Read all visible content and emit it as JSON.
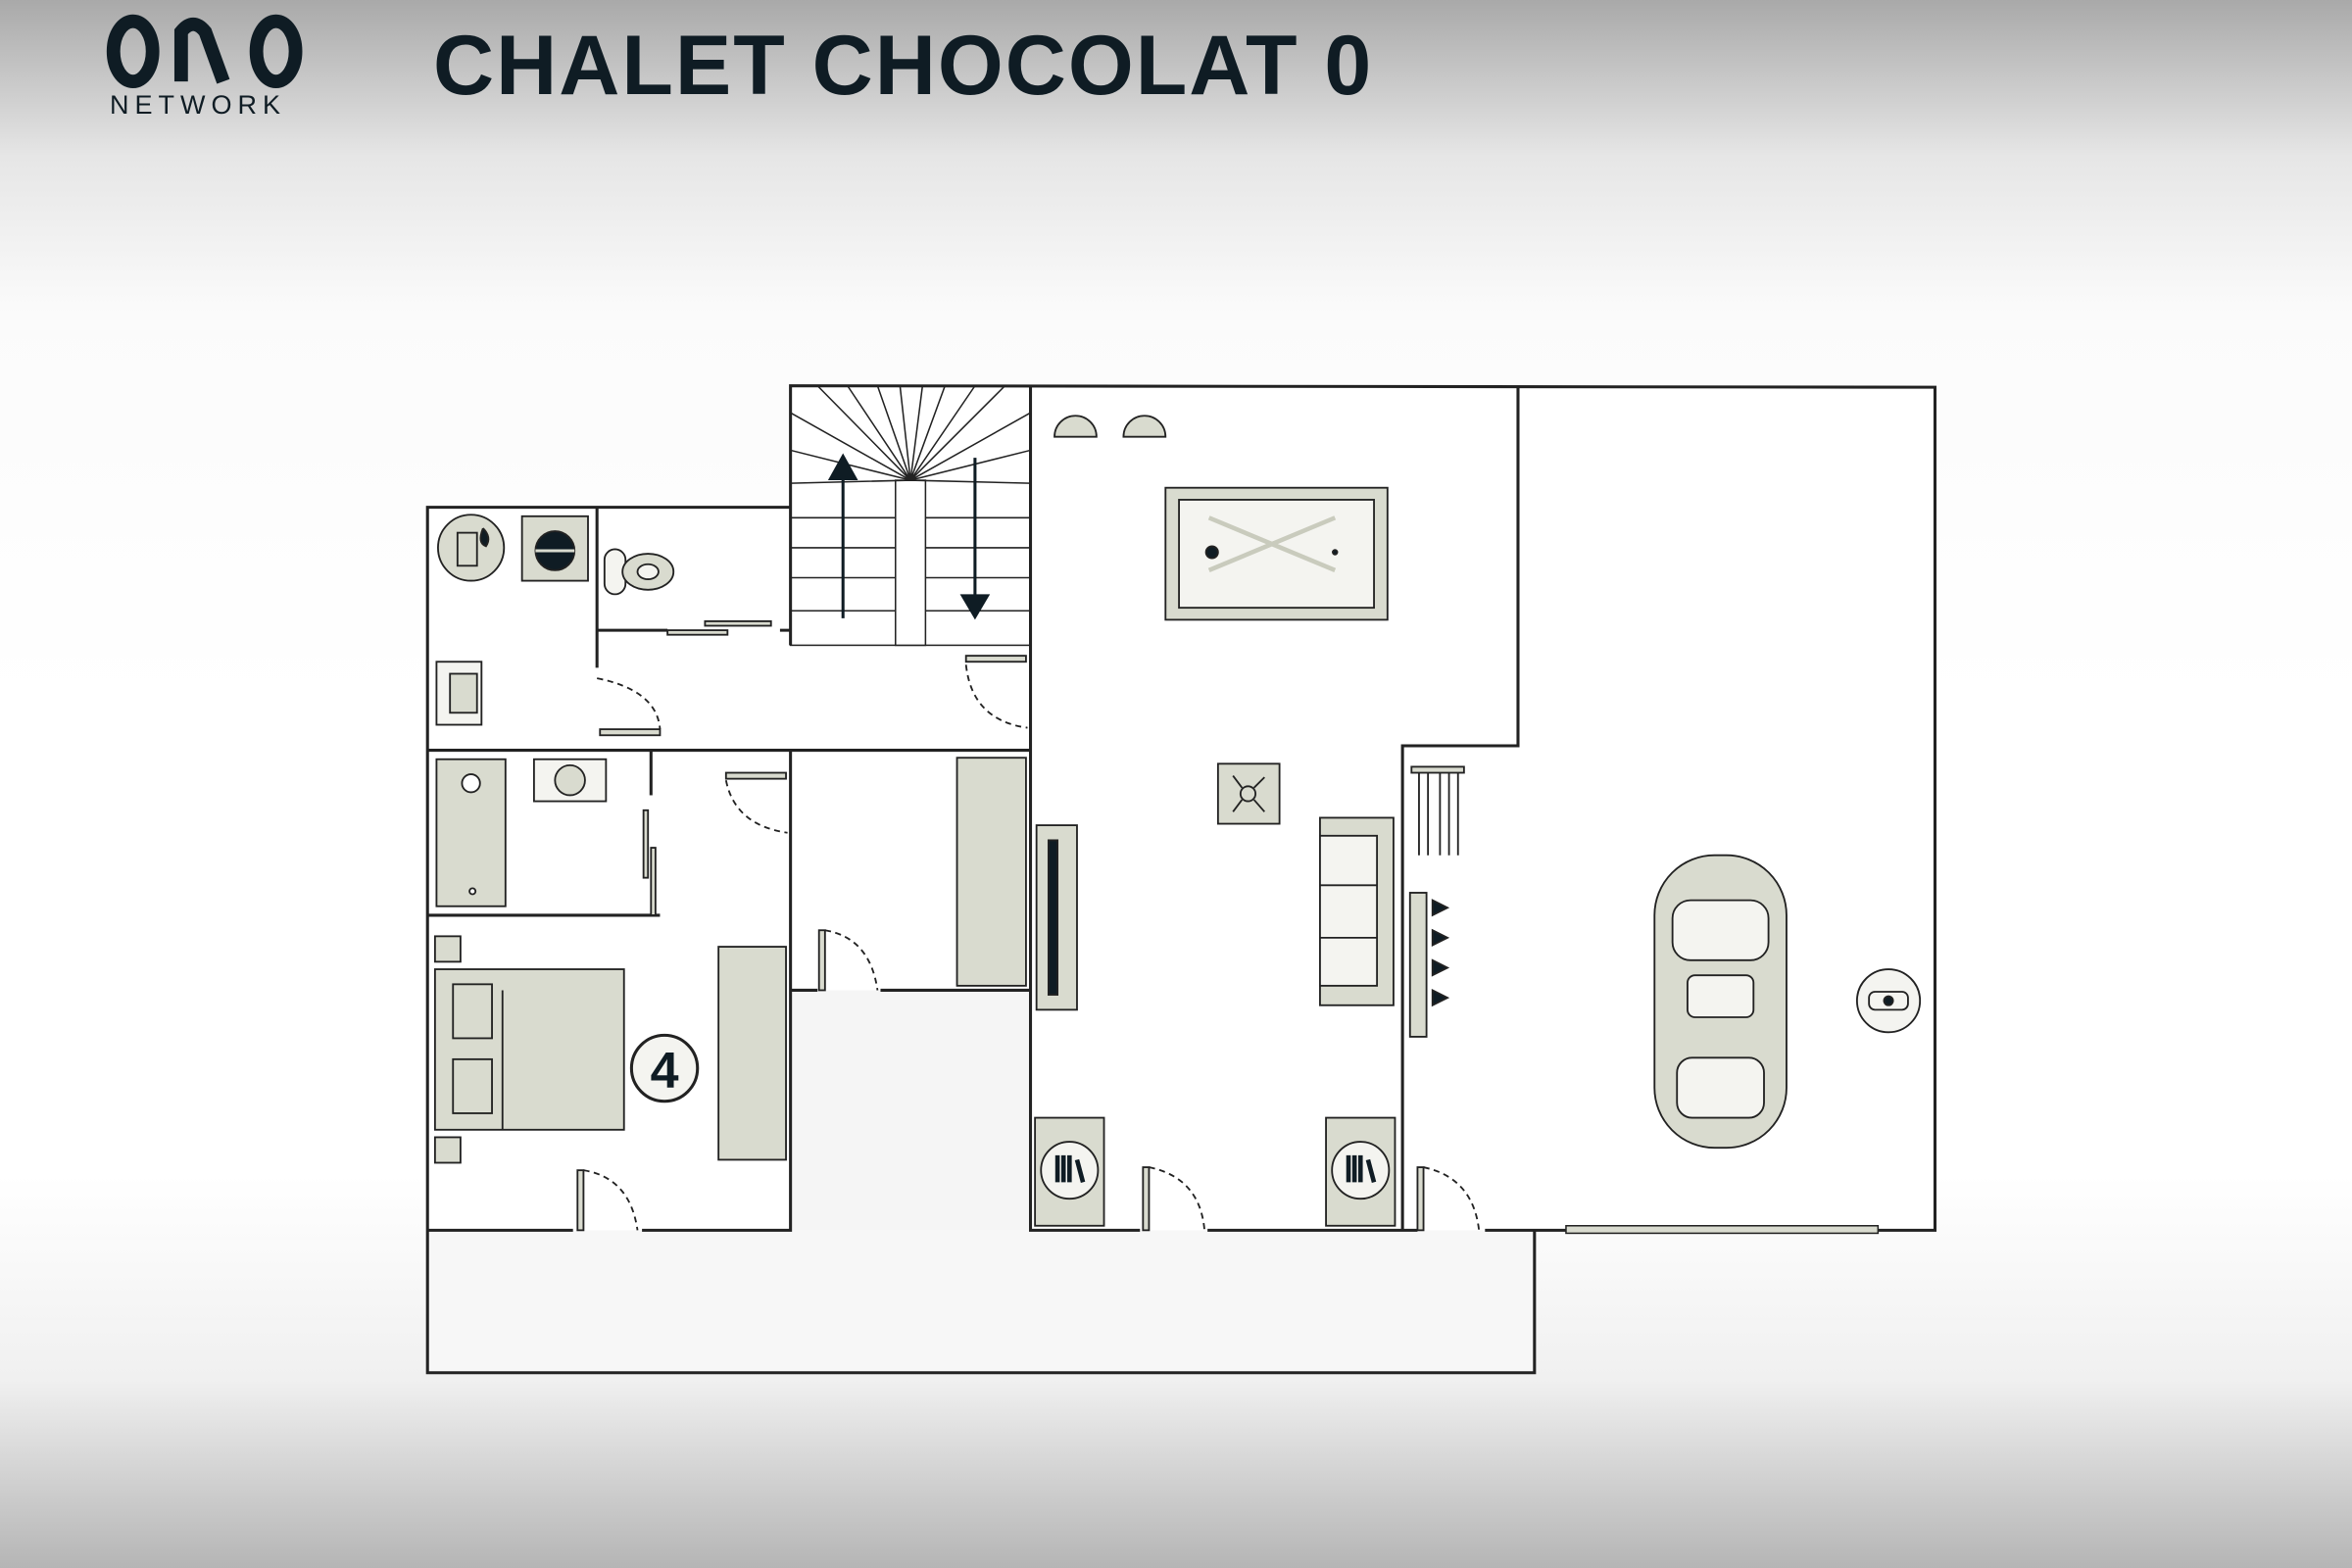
{
  "header": {
    "brand": "NETWORK",
    "title": "CHALET CHOCOLAT 0"
  },
  "plan": {
    "bedroom_number": "4"
  },
  "colors": {
    "ink": "#0f1c24",
    "furniture": "#d9dbcf",
    "wall": "#222222"
  }
}
